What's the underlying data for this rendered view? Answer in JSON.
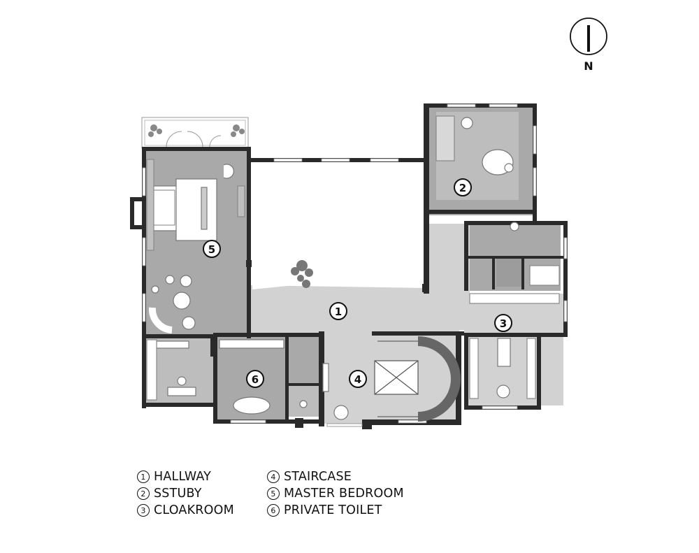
{
  "compass": {
    "label": "N"
  },
  "rooms": [
    {
      "id": "1",
      "name": "HALLWAY"
    },
    {
      "id": "2",
      "name": "SSTUBY"
    },
    {
      "id": "3",
      "name": "CLOAKROOM"
    },
    {
      "id": "4",
      "name": "STAIRCASE"
    },
    {
      "id": "5",
      "name": "MASTER BEDROOM"
    },
    {
      "id": "6",
      "name": "PRIVATE TOILET"
    }
  ],
  "colors": {
    "wall": "#2a2a2a",
    "room_dark": "#a9a9a9",
    "room_light": "#d2d2d2",
    "room_mid": "#bdbdbd",
    "courtyard": "#ffffff"
  }
}
